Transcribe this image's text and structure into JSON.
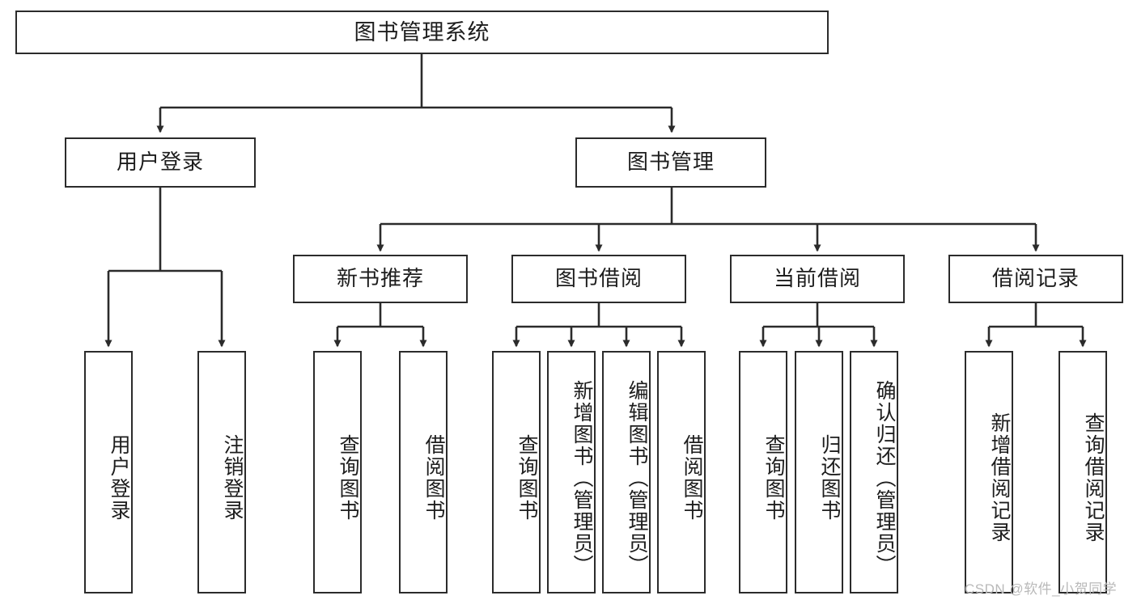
{
  "diagram": {
    "type": "hierarchy-tree",
    "title": "图书管理系统",
    "root": {
      "label": "图书管理系统"
    },
    "level2": [
      {
        "label": "用户登录"
      },
      {
        "label": "图书管理"
      }
    ],
    "level3": [
      {
        "label": "新书推荐"
      },
      {
        "label": "图书借阅"
      },
      {
        "label": "当前借阅"
      },
      {
        "label": "借阅记录"
      }
    ],
    "leaves": {
      "user_login": [
        {
          "label": "用户登录"
        },
        {
          "label": "注销登录"
        }
      ],
      "new_book_recommend": [
        {
          "label": "查询图书"
        },
        {
          "label": "借阅图书"
        }
      ],
      "book_borrow": [
        {
          "label": "查询图书"
        },
        {
          "label": "新增图书（管理员）"
        },
        {
          "label": "编辑图书（管理员）"
        },
        {
          "label": "借阅图书"
        }
      ],
      "current_borrow": [
        {
          "label": "查询图书"
        },
        {
          "label": "归还图书"
        },
        {
          "label": "确认归还（管理员）"
        }
      ],
      "borrow_record": [
        {
          "label": "新增借阅记录"
        },
        {
          "label": "查询借阅记录"
        }
      ]
    }
  },
  "watermark": {
    "text": "CSDN @软件_小贺同学"
  },
  "colors": {
    "border": "#2b2b2b",
    "background": "#ffffff",
    "text": "#1d1d1d",
    "watermark": "#b9b9b9"
  }
}
